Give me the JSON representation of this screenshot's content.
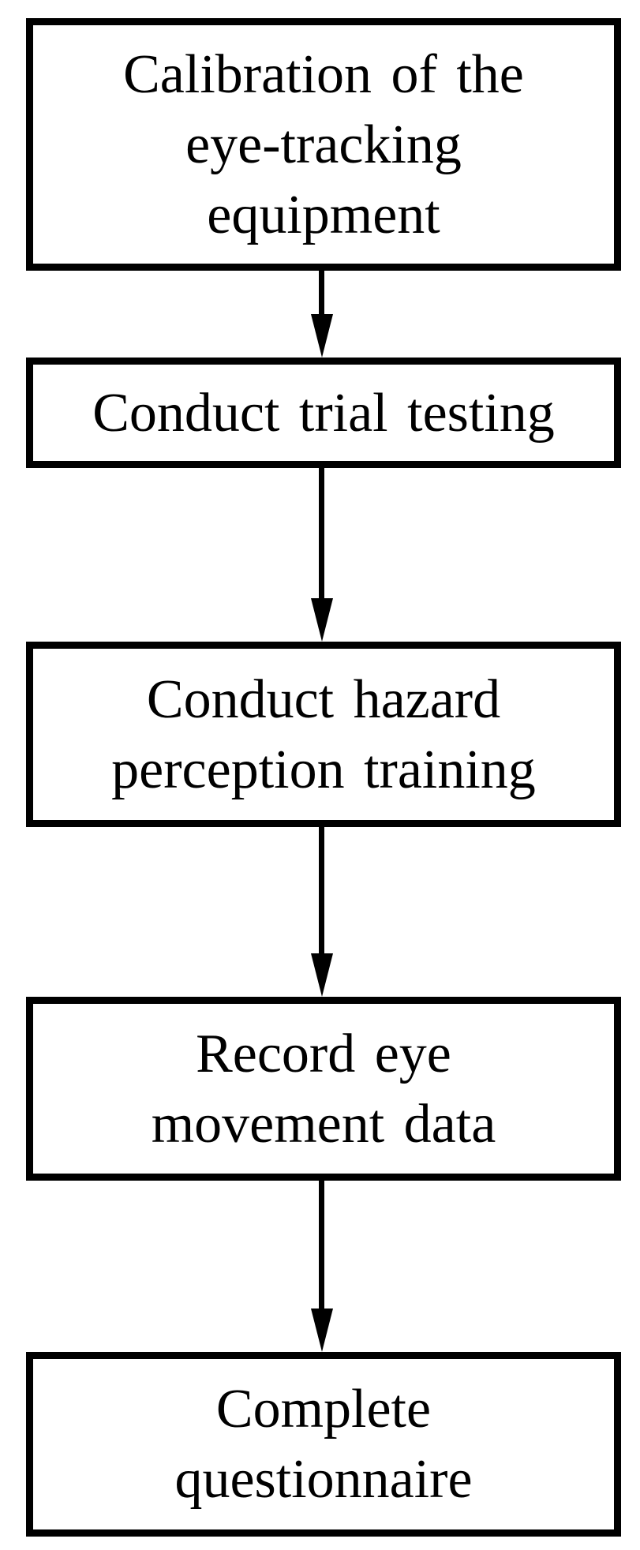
{
  "page": {
    "background": "#ffffff"
  },
  "flowchart": {
    "type": "flow-diagram",
    "direction": "top-to-bottom",
    "colors": {
      "box_border": "#000000",
      "box_fill": "#ffffff",
      "text": "#000000",
      "arrow": "#000000",
      "background": "#ffffff"
    },
    "steps": [
      {
        "name": "calibration",
        "text": "Calibration of the eye-tracking equipment",
        "lines": [
          "Calibration of the",
          "eye-tracking",
          "equipment"
        ]
      },
      {
        "name": "trial-testing",
        "text": "Conduct trial testing",
        "lines": [
          "Conduct trial testing"
        ]
      },
      {
        "name": "hazard-perception-training",
        "text": "Conduct hazard perception training",
        "lines": [
          "Conduct hazard",
          "perception training"
        ]
      },
      {
        "name": "record-eye-movement",
        "text": "Record eye movement data",
        "lines": [
          "Record eye",
          "movement data"
        ]
      },
      {
        "name": "complete-questionnaire",
        "text": "Complete questionnaire",
        "lines": [
          "Complete",
          "questionnaire"
        ]
      }
    ],
    "connectors": [
      {
        "from": "calibration",
        "to": "trial-testing"
      },
      {
        "from": "trial-testing",
        "to": "hazard-perception-training"
      },
      {
        "from": "hazard-perception-training",
        "to": "record-eye-movement"
      },
      {
        "from": "record-eye-movement",
        "to": "complete-questionnaire"
      }
    ]
  }
}
